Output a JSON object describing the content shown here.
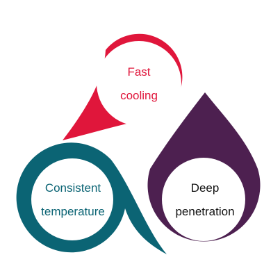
{
  "diagram": {
    "colors": {
      "fast": "#e0163b",
      "consistent": "#0b6474",
      "deep": "#4d2050",
      "inner": "#ffffff"
    },
    "nodes": {
      "fast": {
        "line1": "Fast",
        "line2": "cooling"
      },
      "consistent": {
        "line1": "Consistent",
        "line2": "temperature"
      },
      "deep": {
        "line1": "Deep",
        "line2": "penetration"
      }
    }
  }
}
